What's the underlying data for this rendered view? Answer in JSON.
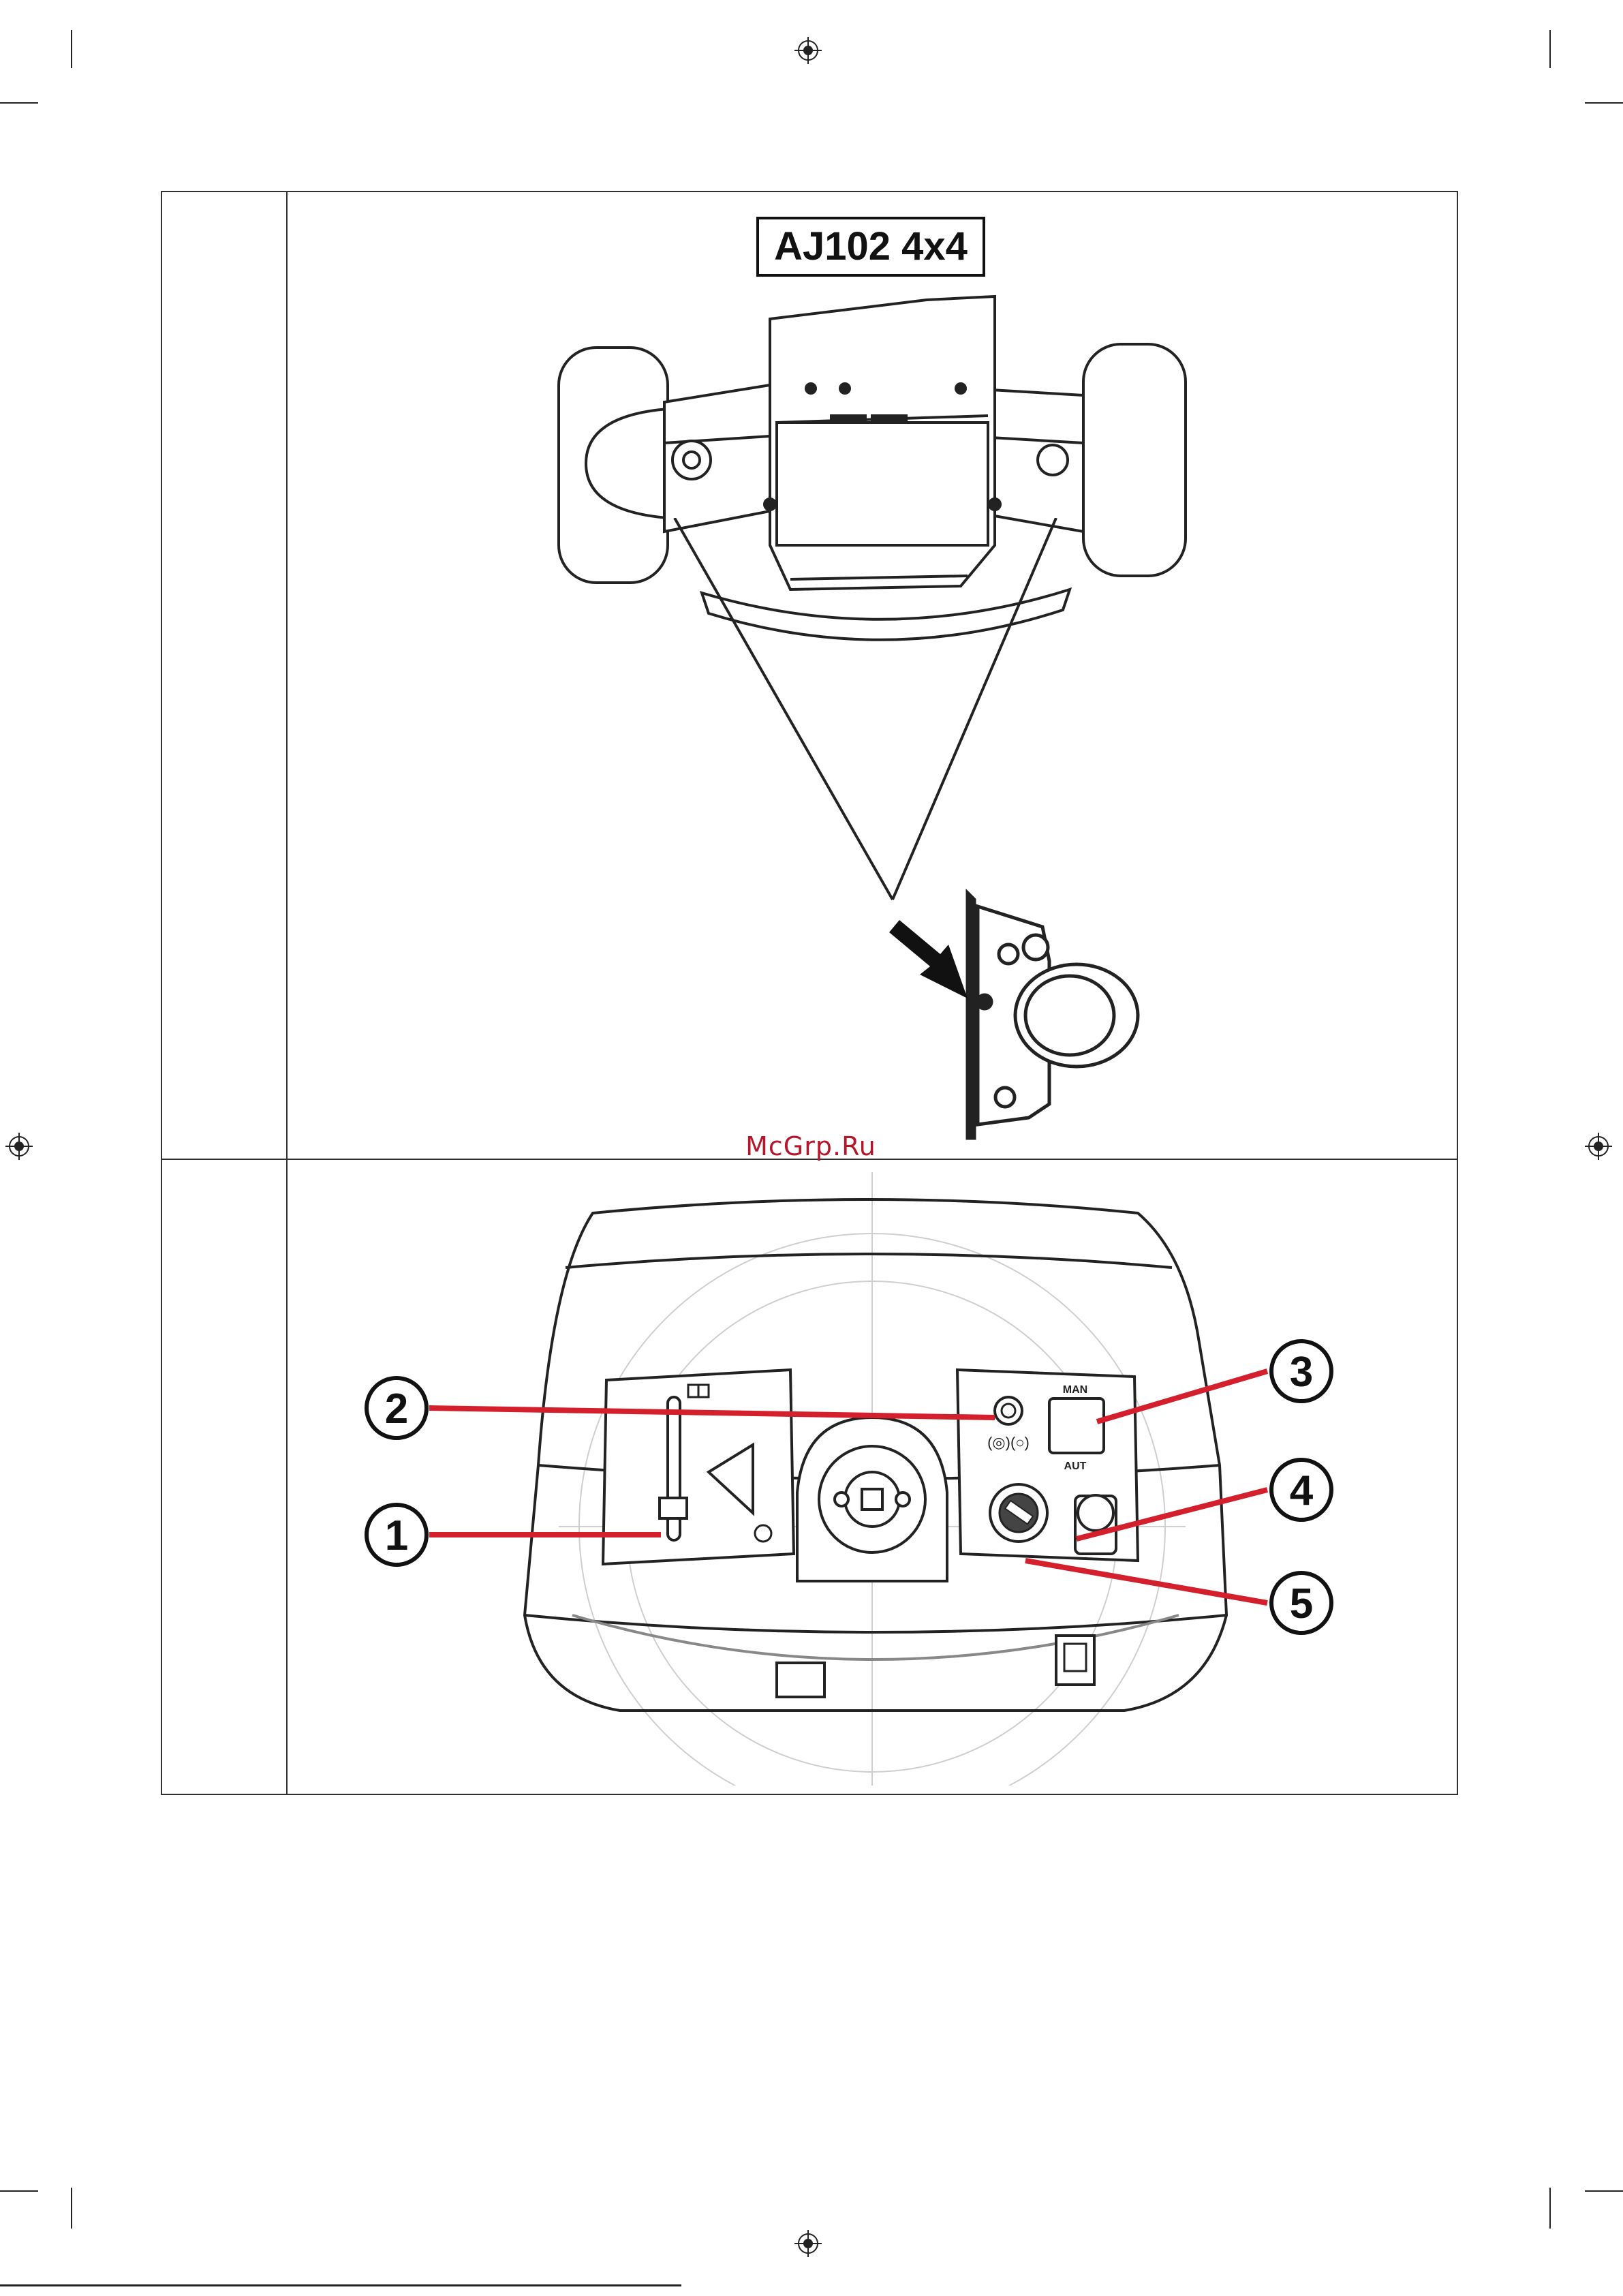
{
  "page": {
    "watermark": "McGrp.Ru"
  },
  "figure_top": {
    "model_label": "AJ102 4x4"
  },
  "figure_bottom": {
    "callouts": [
      "1",
      "2",
      "3",
      "4",
      "5"
    ],
    "switch_top_label": "MAN",
    "switch_bottom_label": "AUT",
    "mode_symbol": "(◎)(○)",
    "callout_color": "#d4202c"
  }
}
